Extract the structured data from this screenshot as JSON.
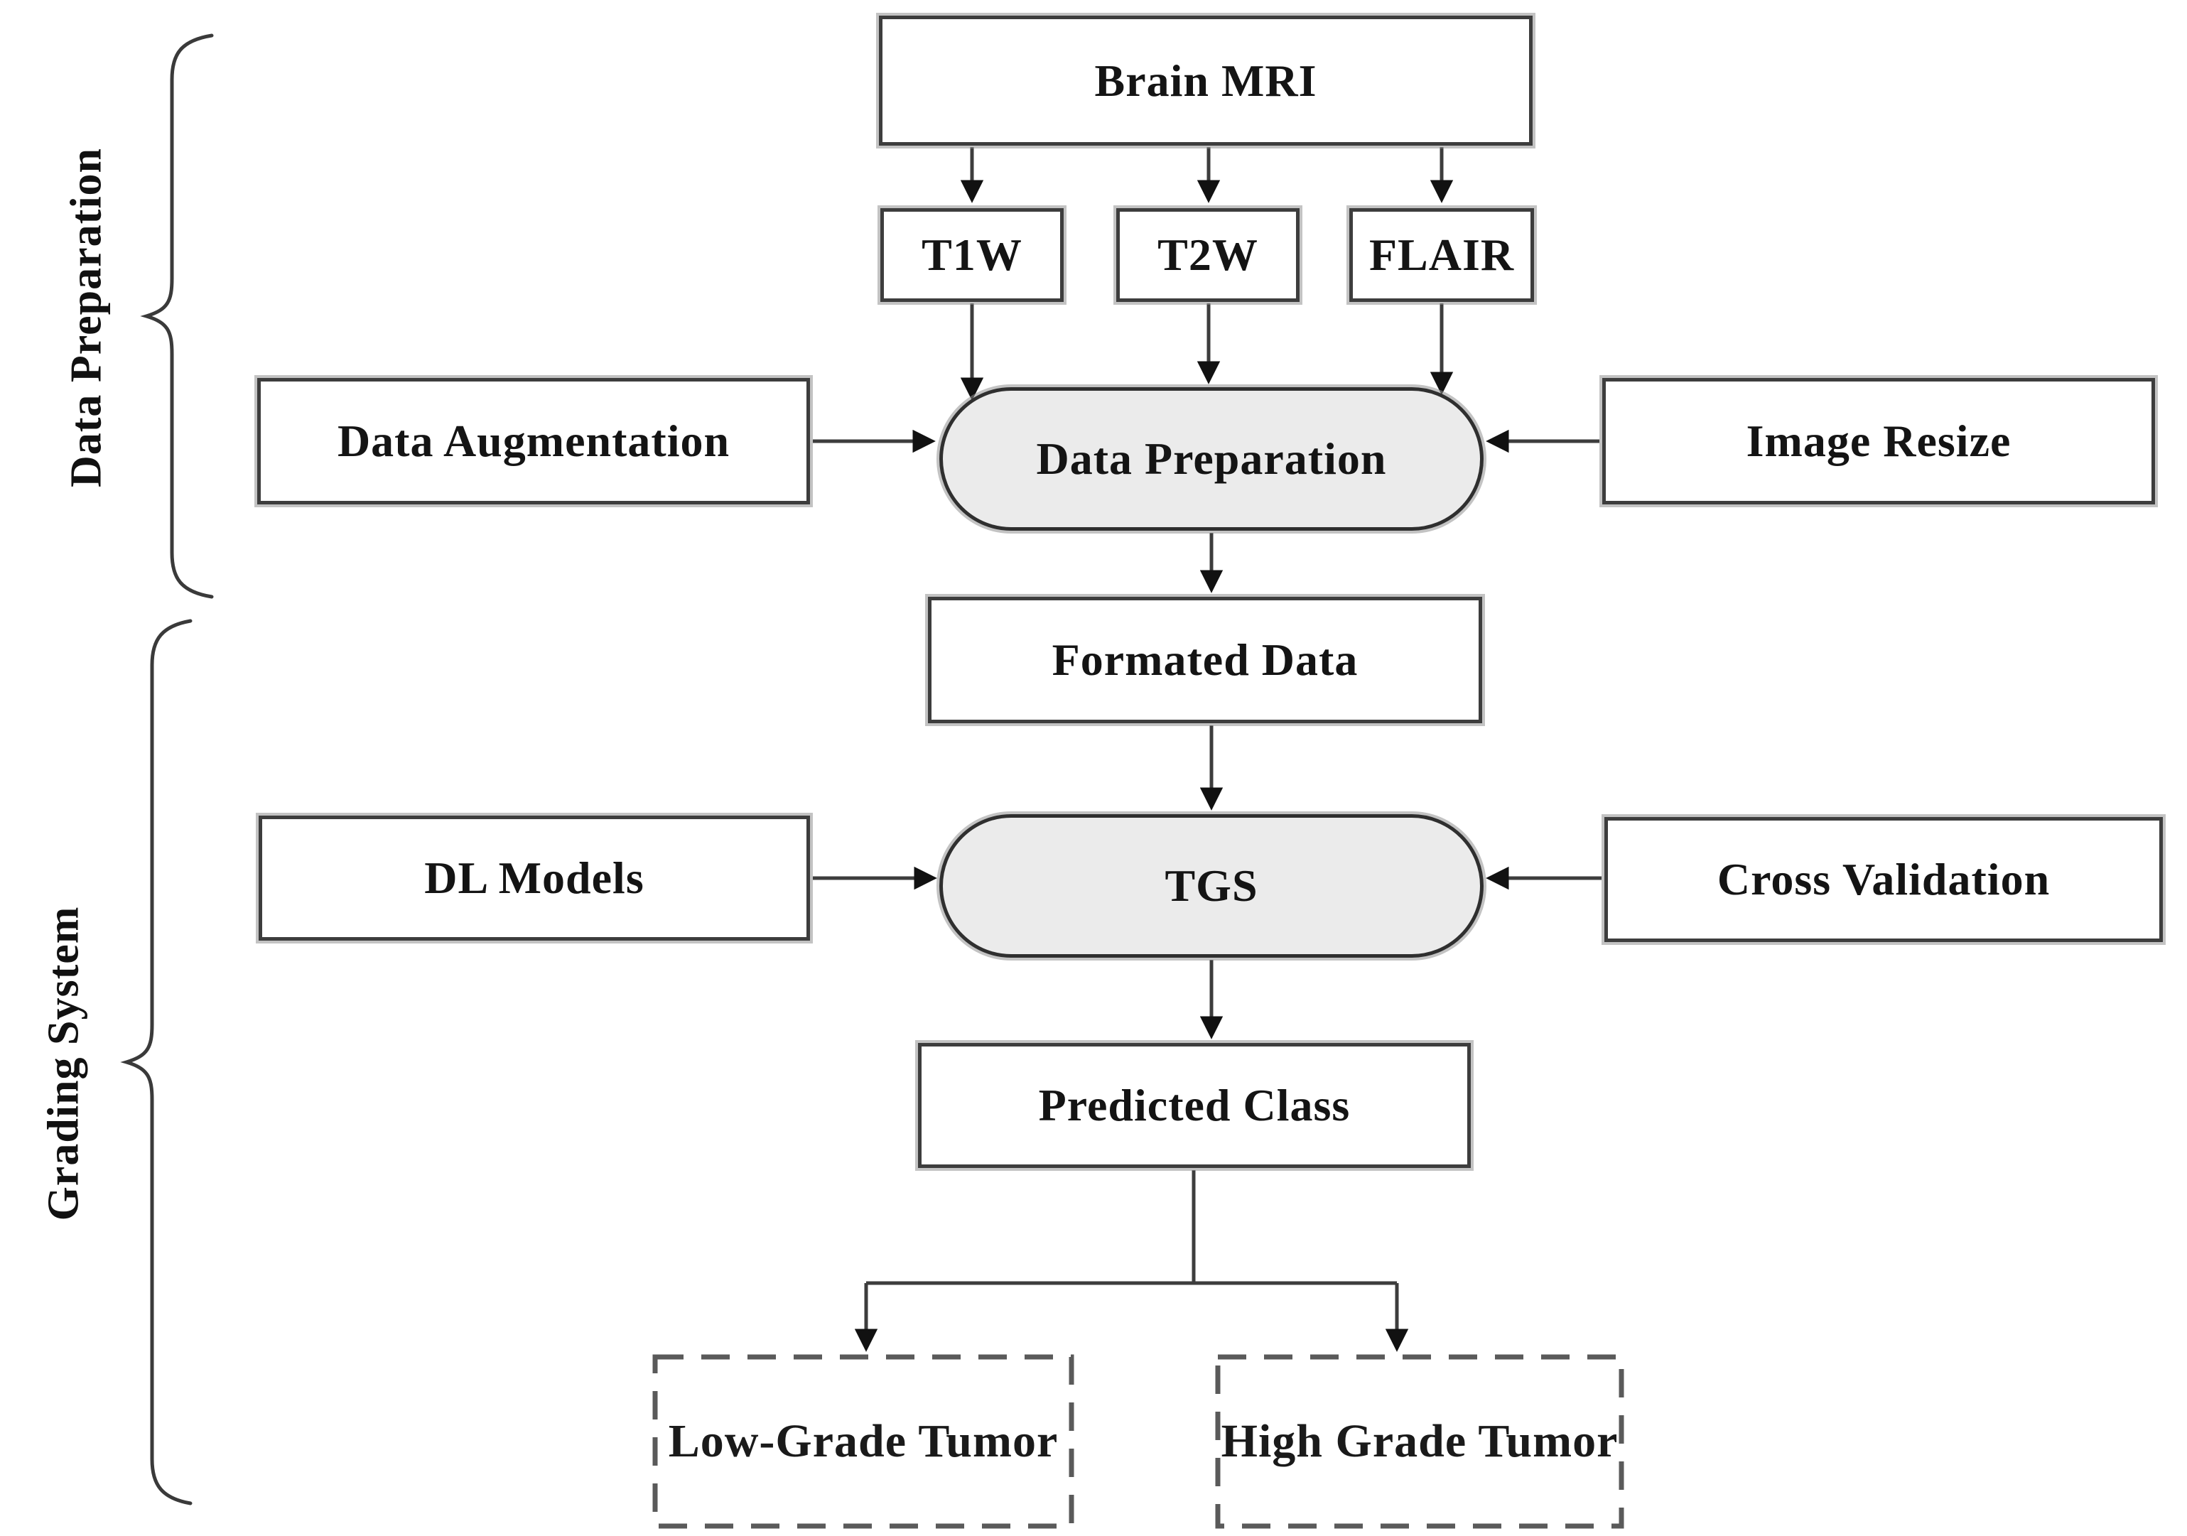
{
  "diagram": {
    "background_color": "#ffffff",
    "line_color": "#3d3d3d",
    "ellipse_fill": "#ebebeb",
    "nodes": {
      "brain_mri": {
        "label": "Brain MRI",
        "shape": "rect"
      },
      "t1w": {
        "label": "T1W",
        "shape": "rect"
      },
      "t2w": {
        "label": "T2W",
        "shape": "rect"
      },
      "flair": {
        "label": "FLAIR",
        "shape": "rect"
      },
      "data_augmentation": {
        "label": "Data Augmentation",
        "shape": "rect"
      },
      "data_preparation": {
        "label": "Data Preparation",
        "shape": "ellipse"
      },
      "image_resize": {
        "label": "Image Resize",
        "shape": "rect"
      },
      "formated_data": {
        "label": "Formated Data",
        "shape": "rect"
      },
      "dl_models": {
        "label": "DL Models",
        "shape": "rect"
      },
      "tgs": {
        "label": "TGS",
        "shape": "ellipse"
      },
      "cross_validation": {
        "label": "Cross Validation",
        "shape": "rect"
      },
      "predicted_class": {
        "label": "Predicted Class",
        "shape": "rect"
      },
      "low_grade_tumor": {
        "label": "Low-Grade Tumor",
        "shape": "dashed-rect"
      },
      "high_grade_tumor": {
        "label": "High Grade Tumor",
        "shape": "dashed-rect"
      }
    },
    "group_labels": {
      "data_preparation_stage": "Data Preparation",
      "grading_system_stage": "Grading System"
    }
  }
}
